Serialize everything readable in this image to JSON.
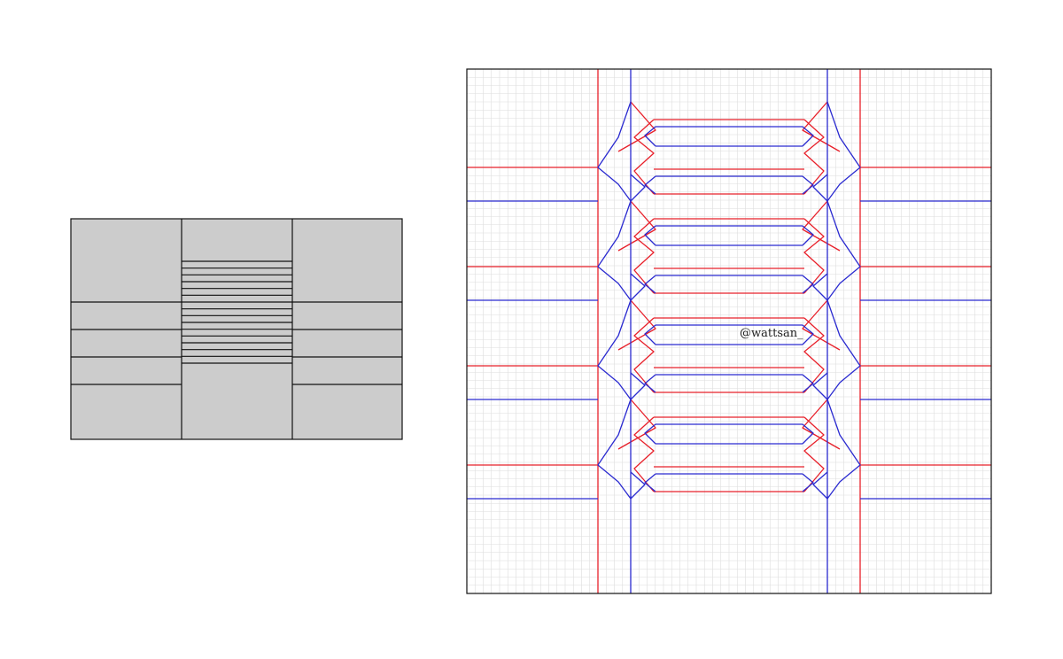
{
  "base_diagram": {
    "fill_color": "#cccccc",
    "line_color": "#111111",
    "stripe_count": 16
  },
  "crease_pattern": {
    "border_color": "#111111",
    "grid_color": "#dddddd",
    "mountain_color": "#e8202a",
    "valley_color": "#2a2ad0",
    "grid_divisions": 64,
    "module_count": 4
  },
  "credit": {
    "text": "@wattsan_"
  }
}
